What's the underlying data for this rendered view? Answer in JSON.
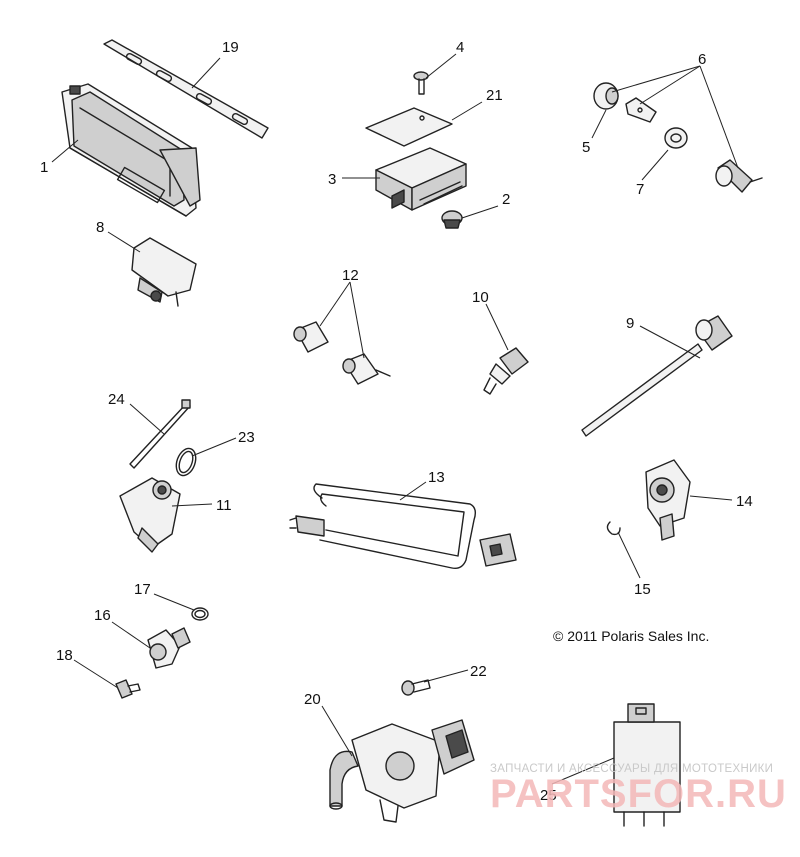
{
  "copyright": "© 2011 Polaris Sales Inc.",
  "watermark": {
    "tagline": "ЗАПЧАСТИ И АКСЕССУАРЫ ДЛЯ МОТОТЕХНИКИ",
    "brand": "PARTSFOR.RU"
  },
  "callouts": {
    "c1": "1",
    "c2": "2",
    "c3": "3",
    "c4": "4",
    "c5": "5",
    "c6": "6",
    "c7": "7",
    "c8": "8",
    "c9": "9",
    "c10": "10",
    "c11": "11",
    "c12": "12",
    "c13": "13",
    "c14": "14",
    "c15": "15",
    "c16": "16",
    "c17": "17",
    "c18": "18",
    "c19": "19",
    "c20": "20",
    "c21": "21",
    "c22": "22",
    "c23": "23",
    "c24": "24",
    "c25": "25"
  }
}
